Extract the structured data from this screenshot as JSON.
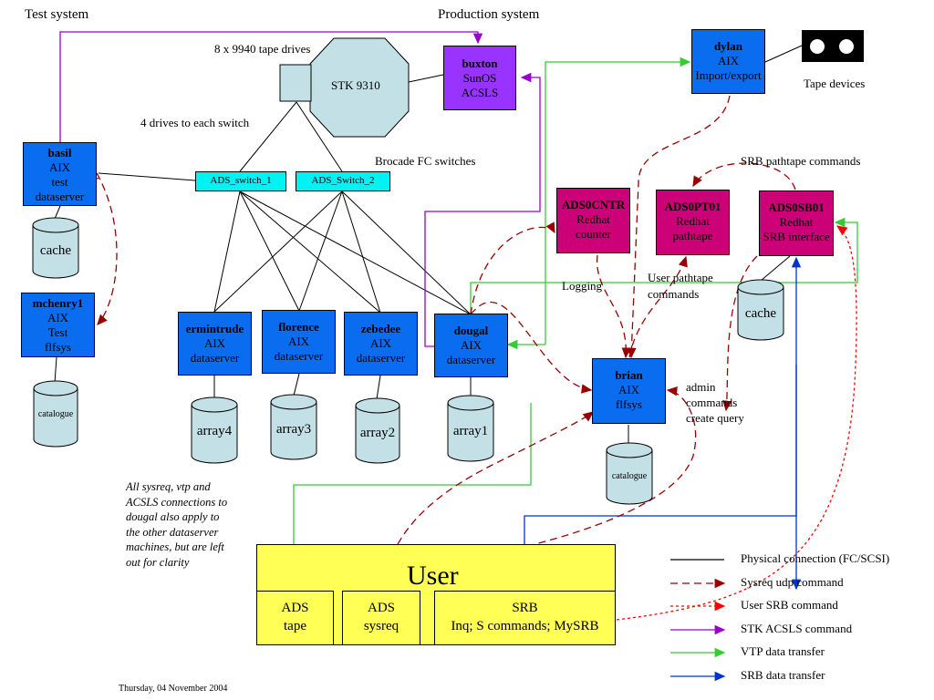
{
  "headings": {
    "test_system": "Test system",
    "production_system": "Production system"
  },
  "labels": {
    "tape_drives": "8 x 9940 tape drives",
    "drives_per_switch": "4 drives to each switch",
    "brocade": "Brocade FC switches",
    "tape_devices": "Tape devices",
    "srb_pathtape_commands": "SRB pathtape commands",
    "logging": "Logging",
    "user_pathtape_1": "User pathtape",
    "user_pathtape_2": "commands",
    "admin_1": "admin",
    "admin_2": "commands",
    "admin_3": "create query"
  },
  "stk": {
    "name": "STK 9310"
  },
  "switches": {
    "s1": "ADS_switch_1",
    "s2": "ADS_Switch_2"
  },
  "nodes": {
    "basil": {
      "name": "basil",
      "l1": "AIX",
      "l2": "test",
      "l3": "dataserver"
    },
    "mchenry1": {
      "name": "mchenry1",
      "l1": "AIX",
      "l2": "Test",
      "l3": "flfsys"
    },
    "buxton": {
      "name": "buxton",
      "l1": "SunOS",
      "l2": "ACSLS"
    },
    "dylan": {
      "name": "dylan",
      "l1": "AIX",
      "l2": "Import/export"
    },
    "ermintrude": {
      "name": "ermintrude",
      "l1": "AIX",
      "l2": "dataserver"
    },
    "florence": {
      "name": "florence",
      "l1": "AIX",
      "l2": "dataserver"
    },
    "zebedee": {
      "name": "zebedee",
      "l1": "AIX",
      "l2": "dataserver"
    },
    "dougal": {
      "name": "dougal",
      "l1": "AIX",
      "l2": "dataserver"
    },
    "brian": {
      "name": "brian",
      "l1": "AIX",
      "l2": "flfsys"
    },
    "ads0cntr": {
      "name": "ADS0CNTR",
      "l1": "Redhat",
      "l2": "counter"
    },
    "ads0pt01": {
      "name": "ADS0PT01",
      "l1": "Redhat",
      "l2": "pathtape"
    },
    "ads0sb01": {
      "name": "ADS0SB01",
      "l1": "Redhat",
      "l2": "SRB interface"
    }
  },
  "cylinders": {
    "basil_cache": "cache",
    "mchenry_catalogue": "catalogue",
    "array4": "array4",
    "array3": "array3",
    "array2": "array2",
    "array1": "array1",
    "brian_catalogue": "catalogue",
    "sb_cache": "cache"
  },
  "user": {
    "title": "User",
    "ads_tape_1": "ADS",
    "ads_tape_2": "tape",
    "ads_sysreq_1": "ADS",
    "ads_sysreq_2": "sysreq",
    "srb_1": "SRB",
    "srb_2": "Inq; S commands; MySRB"
  },
  "note": {
    "l1": "All sysreq, vtp and",
    "l2": "ACSLS connections to",
    "l3": "dougal also apply to",
    "l4": "the other dataserver",
    "l5": "machines, but are left",
    "l6": "out for clarity"
  },
  "legend": [
    {
      "label": "Physical connection (FC/SCSI)",
      "color": "#000000",
      "style": "solid"
    },
    {
      "label": "Sysreq udp command",
      "color": "#990000",
      "style": "dash"
    },
    {
      "label": "User SRB command",
      "color": "#ff0000",
      "style": "dot"
    },
    {
      "label": "STK ACSLS command",
      "color": "#9900cc",
      "style": "solid"
    },
    {
      "label": "VTP data transfer",
      "color": "#33cc33",
      "style": "solid"
    },
    {
      "label": "SRB data transfer",
      "color": "#0033cc",
      "style": "solid"
    }
  ],
  "footer": {
    "date": "Thursday, 04 November 2004"
  }
}
